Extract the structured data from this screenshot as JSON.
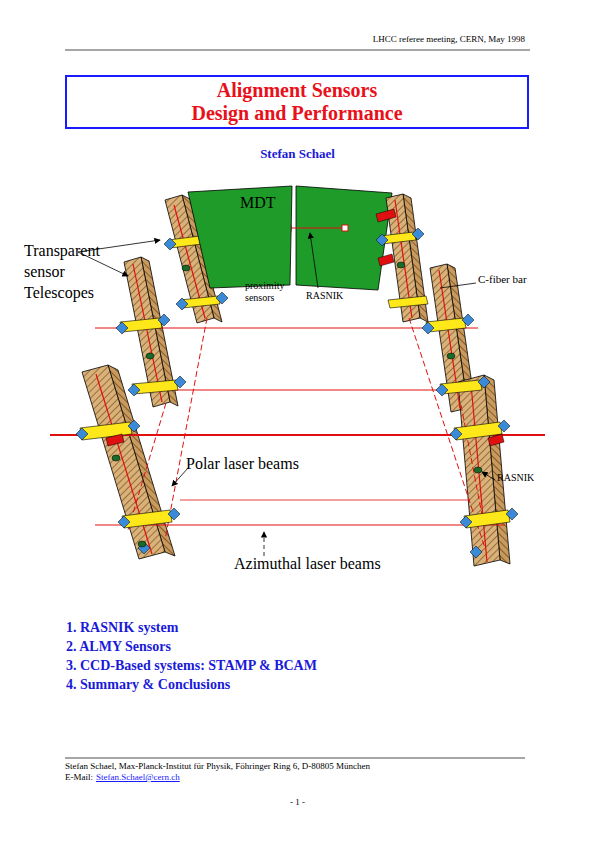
{
  "diagram": {
    "nodes": [
      {
        "text": [
          "Alignment Sensors Design and Performance"
        ]
      },
      {
        "text": [
          "MDT"
        ]
      }
    ],
    "labels": [
      "LHCC referee meeting, CERN, May 1998",
      "Stefan Schael",
      "Transparent sensor Telescopes",
      "proximity sensors",
      "RASNIK",
      "C-fiber bar",
      "RASNIK",
      "Polar laser beams",
      "Azimuthal laser beams",
      "1. RASNIK system",
      "2. ALMY Sensors",
      "3. CCD-Based systems: STAMP & BCAM",
      "4. Summary & Conclusions",
      "Stefan Schael, Max-Planck-Institut für Physik, Föhringer Ring 6, D-80805 München",
      "E-Mail:",
      "Stefan.Schael@cern.ch",
      "- 1 -"
    ]
  }
}
